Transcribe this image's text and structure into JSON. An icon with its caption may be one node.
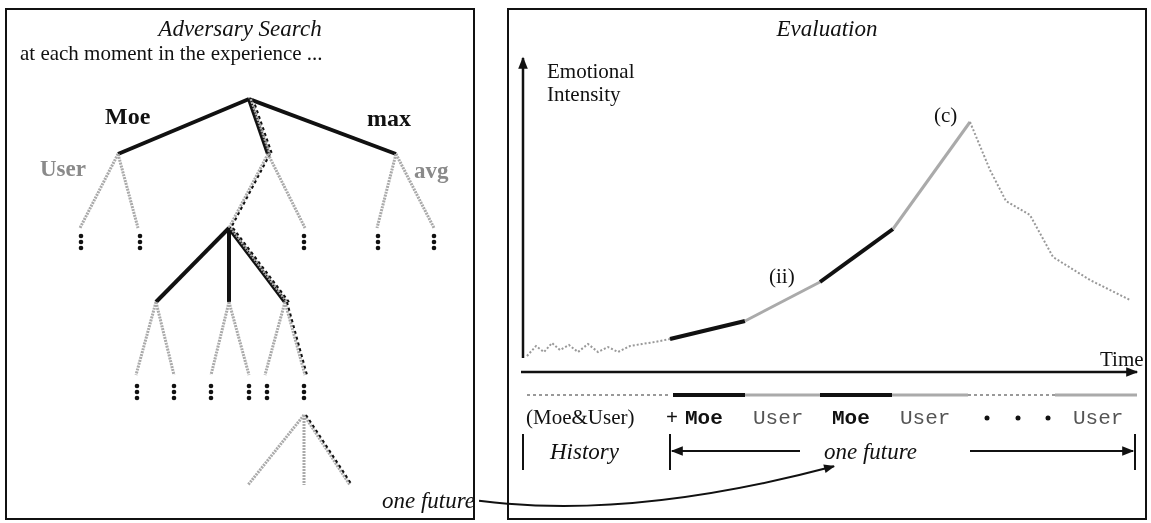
{
  "diagram": {
    "nodes": [
      {
        "text": [
          "Adversary Search"
        ]
      },
      {
        "text": [
          "Evaluation"
        ]
      },
      {
        "text": [
          "one future"
        ],
        "in": 0
      },
      {
        "text": [
          "one future"
        ],
        "in": 1
      }
    ],
    "edges": [
      {
        "from": 2,
        "to": 3,
        "arrow": "to"
      }
    ],
    "labels": [
      "at each moment in the experience ...",
      "Moe",
      "max",
      "User",
      "avg",
      "Emotional Intensity",
      "(c)",
      "(ii)",
      "Time",
      "(Moe&User)",
      "+",
      "Moe",
      "User",
      "Moe",
      "User",
      "User",
      "History"
    ]
  }
}
